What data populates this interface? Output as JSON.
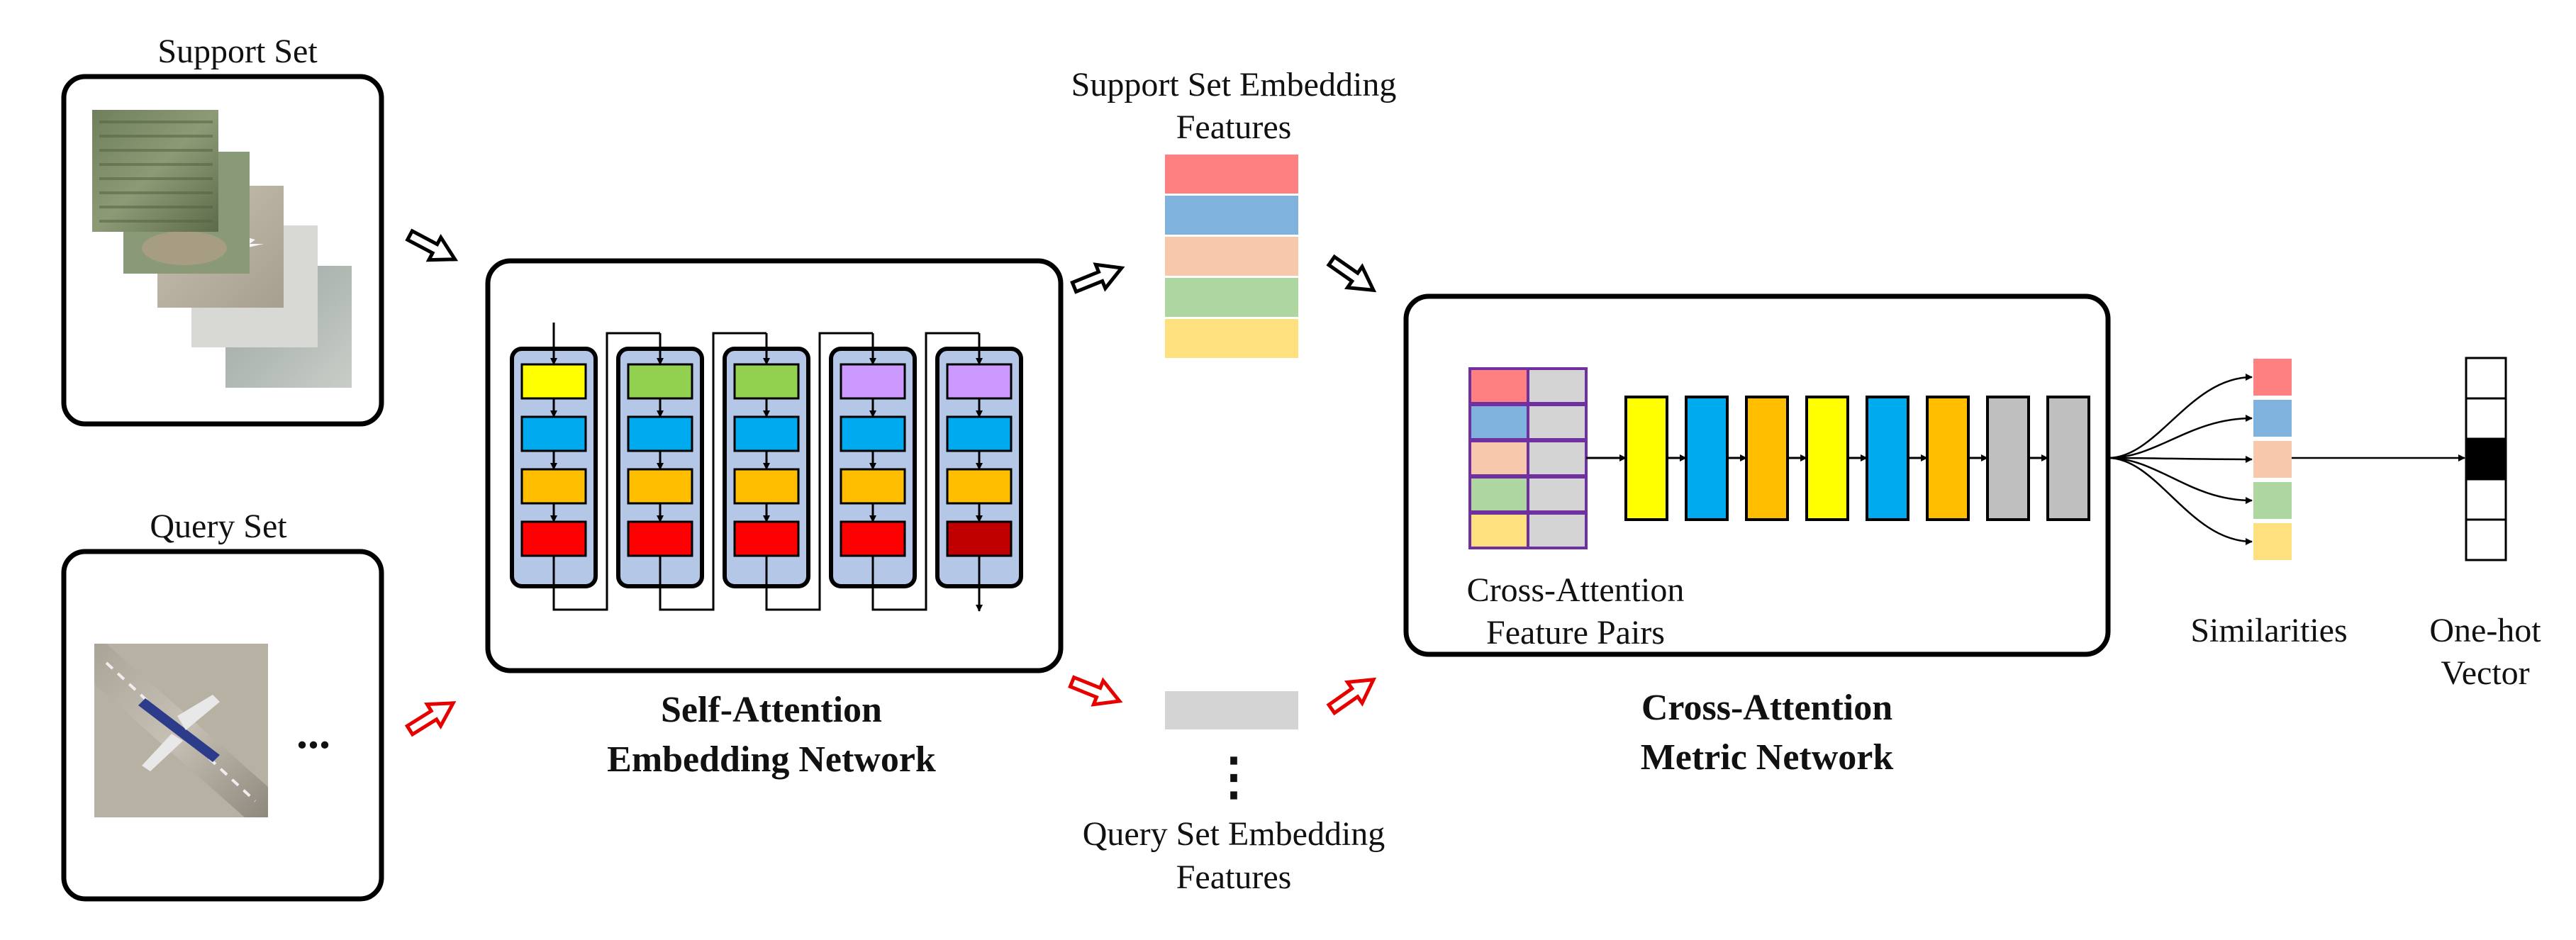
{
  "labels": {
    "support_set": "Support Set",
    "query_set": "Query Set",
    "query_ellipsis": "...",
    "support_emb_line1": "Support Set Embedding",
    "support_emb_line2": "Features",
    "query_emb_line1": "Query Set Embedding",
    "query_emb_line2": "Features",
    "vertical_ellipsis": "⋮",
    "self_att_line1": "Self-Attention",
    "self_att_line2": "Embedding Network",
    "cross_att_line1": "Cross-Attention",
    "cross_att_line2": "Metric Network",
    "pairs_line1": "Cross-Attention",
    "pairs_line2": "Feature Pairs",
    "similarities": "Similarities",
    "onehot_line1": "One-hot",
    "onehot_line2": "Vector"
  },
  "colors": {
    "feat": [
      "#ff8080",
      "#7fb3de",
      "#f7c8ab",
      "#add6a0",
      "#ffe07f"
    ],
    "query_feat": "#d4d4d4",
    "self_att_blocks": [
      [
        "#ffff00",
        "#00aaee",
        "#ffbf00",
        "#ff0000"
      ],
      [
        "#92d050",
        "#00aaee",
        "#ffbf00",
        "#ff0000"
      ],
      [
        "#92d050",
        "#00aaee",
        "#ffbf00",
        "#ff0000"
      ],
      [
        "#cc99ff",
        "#00aaee",
        "#ffbf00",
        "#ff0000"
      ],
      [
        "#cc99ff",
        "#00aaee",
        "#ffbf00",
        "#c00000"
      ]
    ],
    "block_bg": "#b4c7e7",
    "metric_layers": [
      "#ffff00",
      "#00aaee",
      "#ffbf00",
      "#ffff00",
      "#00aaee",
      "#ffbf00",
      "#bfbfbf",
      "#bfbfbf"
    ],
    "onehot_active": "#000000",
    "arrow_red": "#e60000"
  },
  "onehot_active_index": 2
}
